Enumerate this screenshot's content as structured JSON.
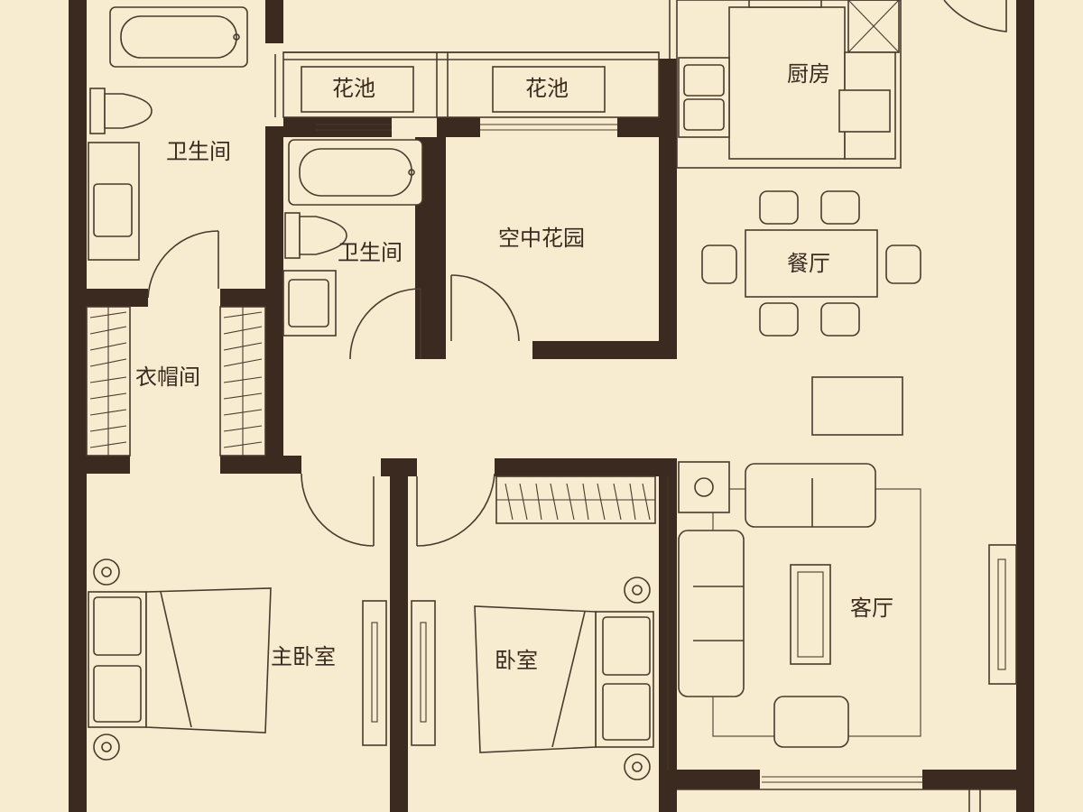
{
  "rooms": {
    "kitchen": "厨房",
    "planter_left": "花池",
    "planter_right": "花池",
    "bathroom_main": "卫生间",
    "bathroom_second": "卫生间",
    "sky_garden": "空中花园",
    "dining": "餐厅",
    "cloakroom": "衣帽间",
    "master_bedroom": "主卧室",
    "bedroom": "卧室",
    "living_room": "客厅"
  },
  "colors": {
    "background": "#f7ebd0",
    "wall": "#3a2a1f",
    "line": "#4a3a2d"
  }
}
